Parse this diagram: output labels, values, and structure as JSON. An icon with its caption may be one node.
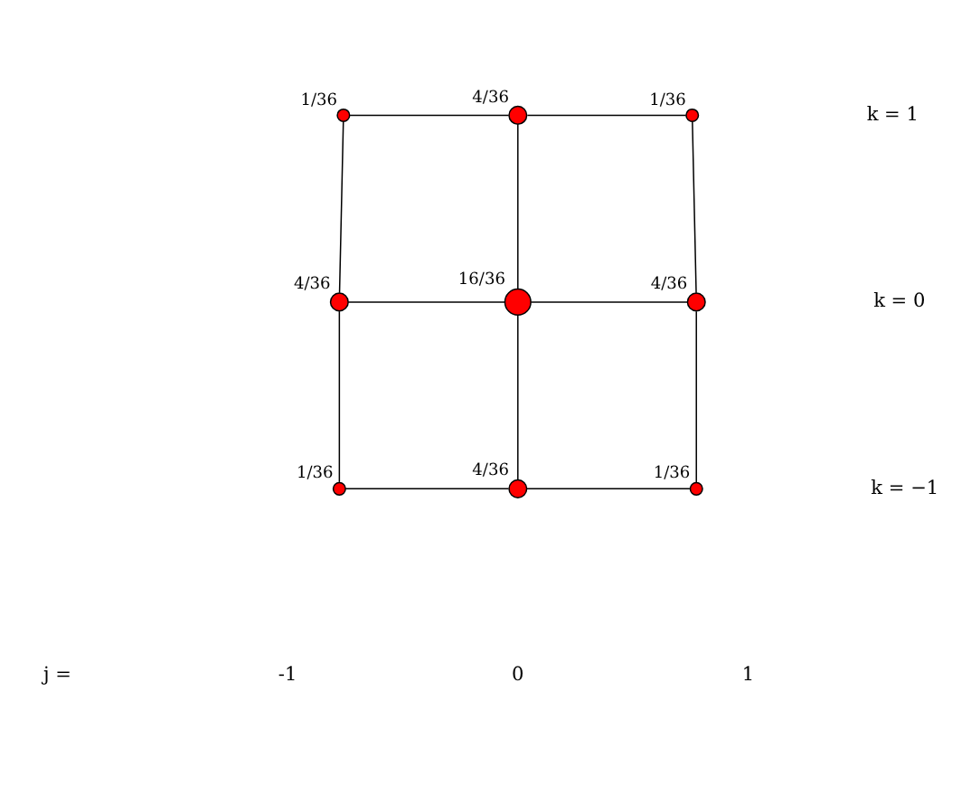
{
  "diagram": {
    "nodes": [
      {
        "text": [],
        "shape": "circle",
        "beside": [
          "1/36"
        ]
      },
      {
        "text": [],
        "shape": "circle",
        "beside": [
          "4/36"
        ]
      },
      {
        "text": [],
        "shape": "circle",
        "beside": [
          "1/36"
        ]
      },
      {
        "text": [],
        "shape": "circle",
        "beside": [
          "4/36"
        ]
      },
      {
        "text": [],
        "shape": "circle",
        "beside": [
          "16/36"
        ]
      },
      {
        "text": [],
        "shape": "circle",
        "beside": [
          "4/36"
        ]
      },
      {
        "text": [],
        "shape": "circle",
        "beside": [
          "1/36"
        ]
      },
      {
        "text": [],
        "shape": "circle",
        "beside": [
          "4/36"
        ]
      },
      {
        "text": [],
        "shape": "circle",
        "beside": [
          "1/36"
        ]
      }
    ],
    "edges": [
      {
        "from": 0,
        "to": 1,
        "arrow": "none"
      },
      {
        "from": 1,
        "to": 2,
        "arrow": "none"
      },
      {
        "from": 3,
        "to": 4,
        "arrow": "none"
      },
      {
        "from": 4,
        "to": 5,
        "arrow": "none"
      },
      {
        "from": 6,
        "to": 7,
        "arrow": "none"
      },
      {
        "from": 7,
        "to": 8,
        "arrow": "none"
      },
      {
        "from": 0,
        "to": 3,
        "arrow": "none"
      },
      {
        "from": 3,
        "to": 6,
        "arrow": "none"
      },
      {
        "from": 1,
        "to": 4,
        "arrow": "none"
      },
      {
        "from": 4,
        "to": 7,
        "arrow": "none"
      },
      {
        "from": 2,
        "to": 5,
        "arrow": "none"
      },
      {
        "from": 5,
        "to": 8,
        "arrow": "none"
      }
    ],
    "labels": [
      "k = 1",
      "k = 0",
      "k = −1",
      "j =",
      "-1",
      "0",
      "1"
    ]
  }
}
